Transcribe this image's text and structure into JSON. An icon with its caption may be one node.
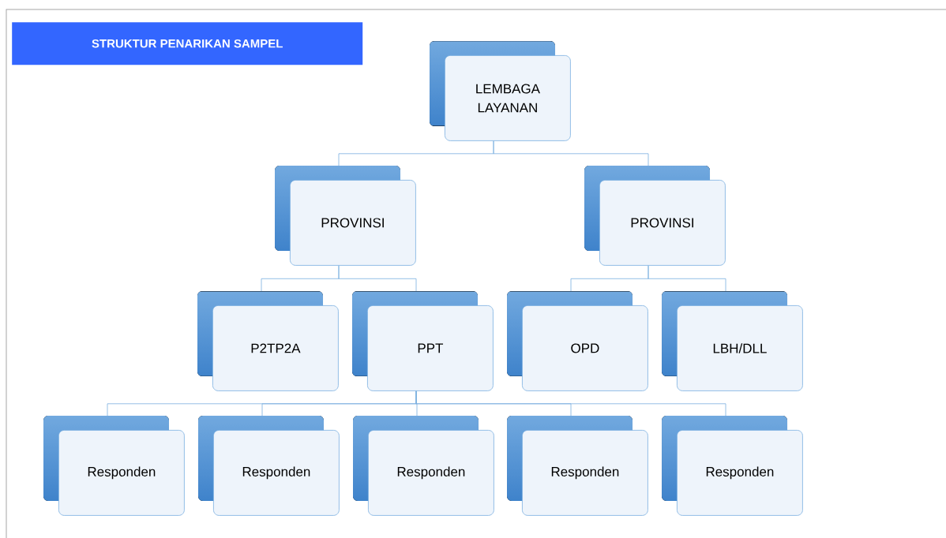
{
  "diagram": {
    "title": "STRUKTUR PENARIKAN SAMPEL",
    "nodes": [
      {
        "text": [
          "LEMBAGA LAYANAN"
        ]
      },
      {
        "text": [
          "PROVINSI"
        ]
      },
      {
        "text": [
          "PROVINSI"
        ]
      },
      {
        "text": [
          "P2TP2A"
        ]
      },
      {
        "text": [
          "PPT"
        ]
      },
      {
        "text": [
          "OPD"
        ]
      },
      {
        "text": [
          "LBH/DLL"
        ]
      },
      {
        "text": [
          "Responden"
        ]
      },
      {
        "text": [
          "Responden"
        ]
      },
      {
        "text": [
          "Responden"
        ]
      },
      {
        "text": [
          "Responden"
        ]
      },
      {
        "text": [
          "Responden"
        ]
      }
    ],
    "edges": [
      {
        "from": 0,
        "to": 1,
        "arrow": "none"
      },
      {
        "from": 0,
        "to": 2,
        "arrow": "none"
      },
      {
        "from": 1,
        "to": 3,
        "arrow": "none"
      },
      {
        "from": 1,
        "to": 4,
        "arrow": "none"
      },
      {
        "from": 2,
        "to": 5,
        "arrow": "none"
      },
      {
        "from": 2,
        "to": 6,
        "arrow": "none"
      },
      {
        "from": 4,
        "to": 7,
        "arrow": "none"
      },
      {
        "from": 4,
        "to": 8,
        "arrow": "none"
      },
      {
        "from": 4,
        "to": 9,
        "arrow": "none"
      },
      {
        "from": 4,
        "to": 10,
        "arrow": "none"
      },
      {
        "from": 4,
        "to": 11,
        "arrow": "none"
      }
    ]
  }
}
